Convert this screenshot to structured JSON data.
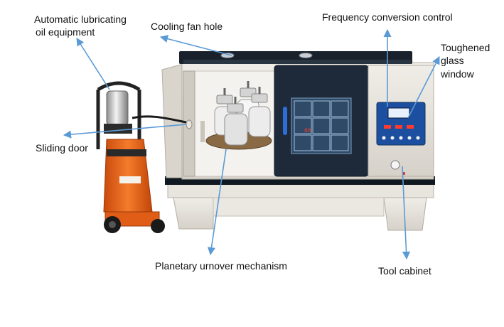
{
  "labels": {
    "lubricating": "Automatic lubricating",
    "lubricating_2": "oil equipment",
    "cooling_fan": "Cooling fan hole",
    "frequency": "Frequency conversion control",
    "toughened": "Toughened",
    "toughened_2": "glass",
    "toughened_3": "window",
    "sliding_door": "Sliding door",
    "planetary": "Planetary urnover mechanism",
    "tool_cabinet": "Tool cabinet"
  },
  "display": {
    "digits": "88"
  },
  "colors": {
    "arrow": "#5b9bd5",
    "machine_body": "#e6e2dc",
    "panel_dark": "#1c2533",
    "pump_orange": "#ef6a1d",
    "control_blue": "#1d4fa0"
  }
}
